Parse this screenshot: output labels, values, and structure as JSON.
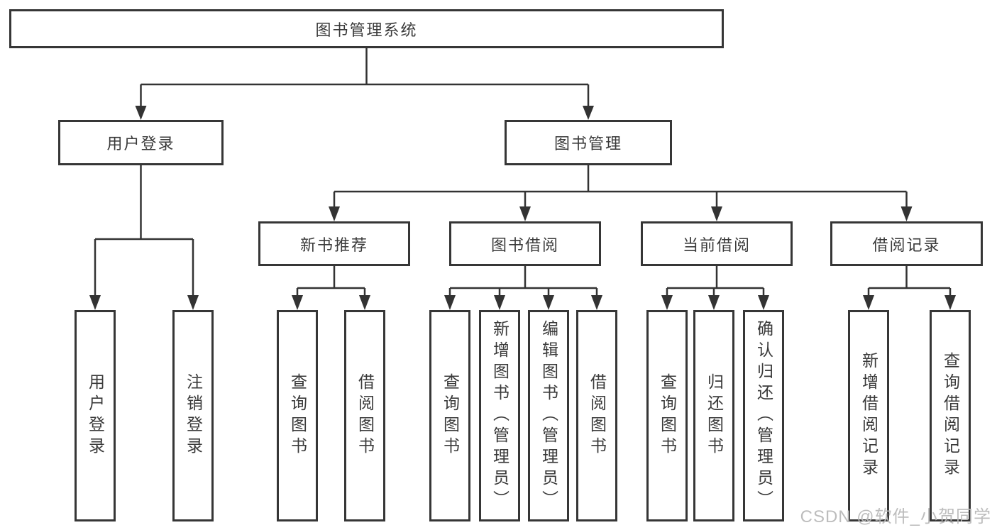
{
  "tree": {
    "root": {
      "label": "图书管理系统",
      "children": [
        {
          "label": "用户登录",
          "children": [
            {
              "label": "用户登录"
            },
            {
              "label": "注销登录"
            }
          ]
        },
        {
          "label": "图书管理",
          "children": [
            {
              "label": "新书推荐",
              "children": [
                {
                  "label": "查询图书"
                },
                {
                  "label": "借阅图书"
                }
              ]
            },
            {
              "label": "图书借阅",
              "children": [
                {
                  "label": "查询图书"
                },
                {
                  "label": "新增图书（管理员）"
                },
                {
                  "label": "编辑图书（管理员）"
                },
                {
                  "label": "借阅图书"
                }
              ]
            },
            {
              "label": "当前借阅",
              "children": [
                {
                  "label": "查询图书"
                },
                {
                  "label": "归还图书"
                },
                {
                  "label": "确认归还（管理员）"
                }
              ]
            },
            {
              "label": "借阅记录",
              "children": [
                {
                  "label": "新增借阅记录"
                },
                {
                  "label": "查询借阅记录"
                }
              ]
            }
          ]
        }
      ]
    }
  },
  "watermark": {
    "text": "CSDN @软件_小贺同学"
  },
  "colors": {
    "line": "#333333",
    "box_border": "#363636",
    "text": "#3a3a3a",
    "background": "#ffffff",
    "watermark": "#b9b9b9"
  }
}
